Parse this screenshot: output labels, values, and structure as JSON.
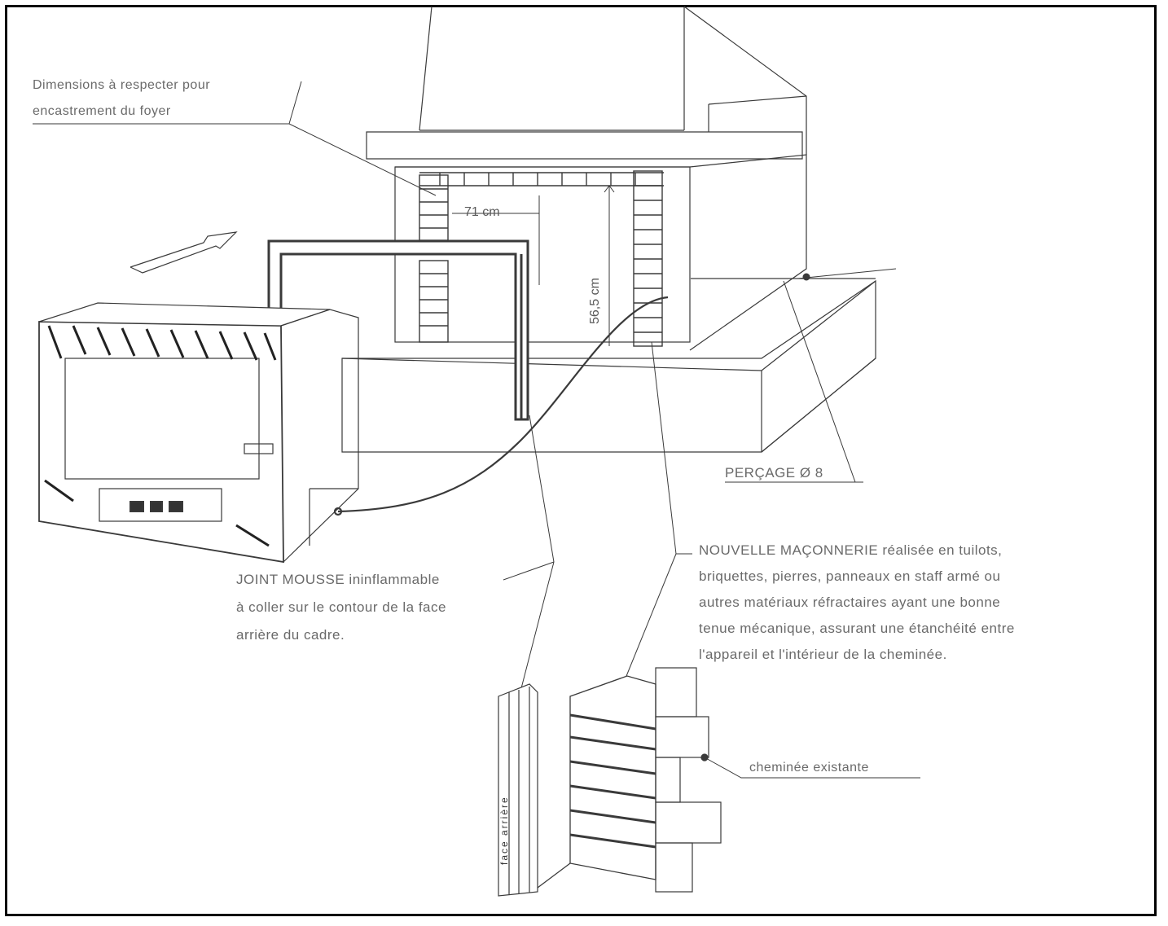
{
  "annotations": {
    "dimensions_note": {
      "line1": "Dimensions à respecter pour",
      "line2": "encastrement du foyer"
    },
    "width_dim": "71 cm",
    "height_dim": "56,5 cm",
    "drilling": "PERÇAGE Ø 8",
    "foam_joint": {
      "line1": "JOINT MOUSSE ininflammable",
      "line2": "à coller sur le contour de la face",
      "line3": "arrière du cadre."
    },
    "masonry": {
      "line1": "NOUVELLE MAÇONNERIE réalisée en tuilots,",
      "line2": "briquettes, pierres, panneaux en staff armé ou",
      "line3": "autres matériaux réfractaires ayant une bonne",
      "line4": "tenue mécanique, assurant une étanchéité entre",
      "line5": "l'appareil et l'intérieur de la cheminée."
    },
    "existing_chimney": "cheminée existante",
    "rear_face": "face arrière"
  },
  "colors": {
    "ink": "#3a3a3a",
    "text": "#6a6a6a",
    "frame": "#000000"
  }
}
